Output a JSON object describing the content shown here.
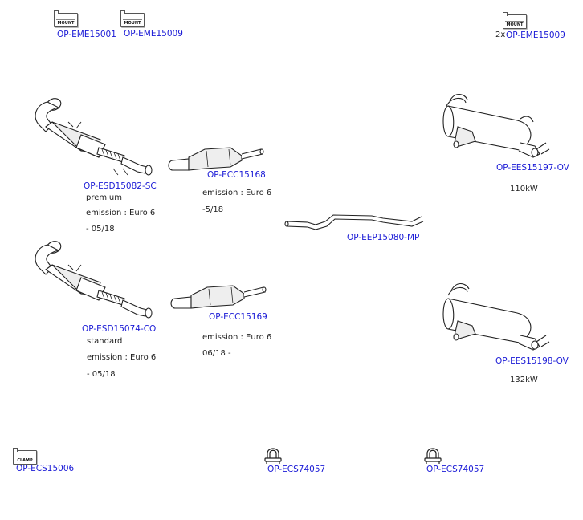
{
  "tags": {
    "mount": "MOUNT",
    "clamp": "CLAMP"
  },
  "codes": {
    "eme15001": "OP-EME15001",
    "eme15009_a": "OP-EME15009",
    "eme15009_qty": "2x",
    "eme15009_b": "OP-EME15009",
    "esd15082": "OP-ESD15082-SC",
    "ecc15168": "OP-ECC15168",
    "eep15080": "OP-EEP15080-MP",
    "ees15197": "OP-EES15197-OV",
    "esd15074": "OP-ESD15074-CO",
    "ecc15169": "OP-ECC15169",
    "ees15198": "OP-EES15198-OV",
    "ecs15006": "OP-ECS15006",
    "ecs74057_a": "OP-ECS74057",
    "ecs74057_b": "OP-ECS74057"
  },
  "notes": {
    "esd15082_1": "premium",
    "esd15082_2": "emission : Euro 6",
    "esd15082_3": "- 05/18",
    "ecc15168_1": "emission : Euro 6",
    "ecc15168_2": "-5/18",
    "ees15197_1": "110kW",
    "esd15074_1": "standard",
    "esd15074_2": "emission : Euro 6",
    "esd15074_3": "- 05/18",
    "ecc15169_1": "emission : Euro 6",
    "ecc15169_2": "06/18 -",
    "ees15198_1": "132kW"
  }
}
